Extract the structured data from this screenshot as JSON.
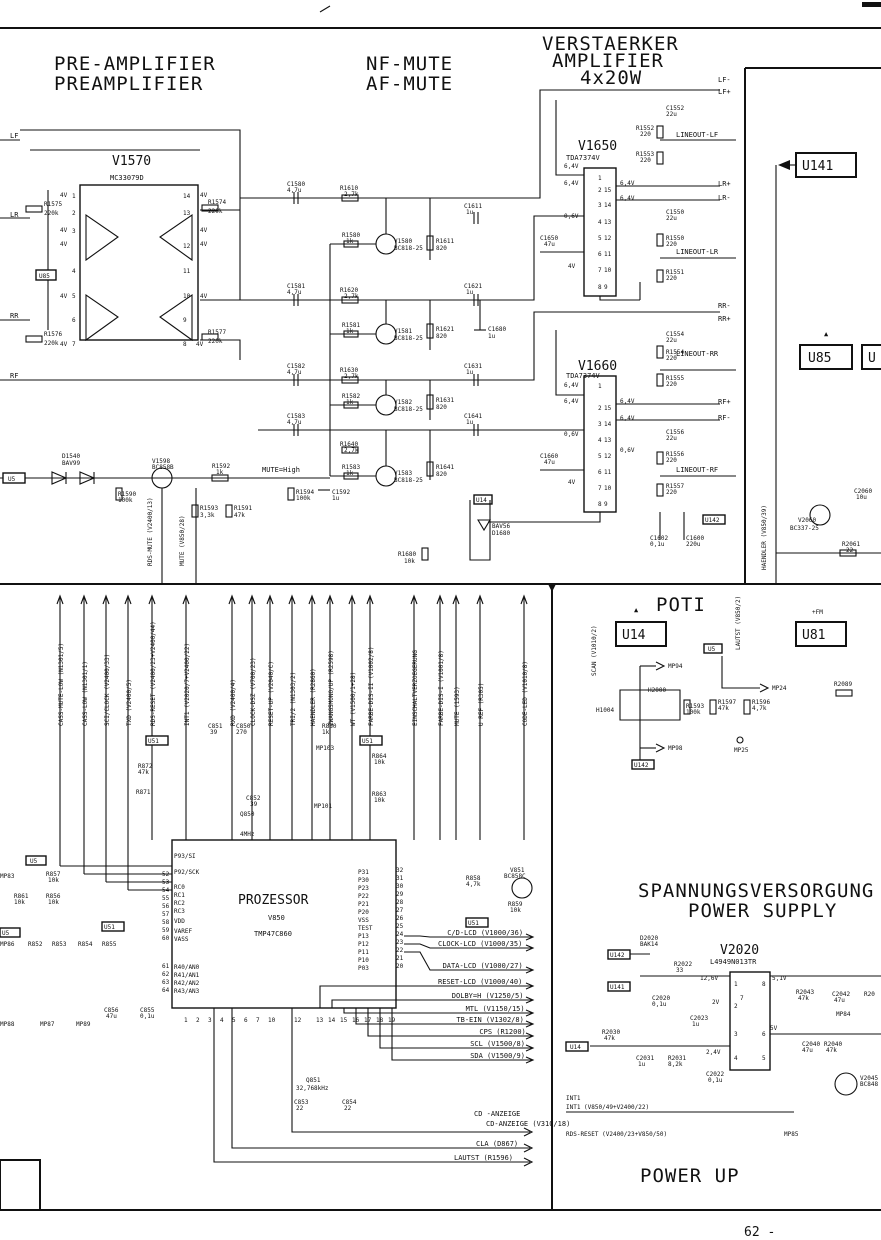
{
  "titles": {
    "preamp_1": "PRE-AMPLIFIER",
    "preamp_2": "PREAMPLIFIER",
    "nfmute_1": "NF-MUTE",
    "nfmute_2": "AF-MUTE",
    "amp_1": "VERSTAERKER",
    "amp_2": "AMPLIFIER",
    "amp_3": "4x20W",
    "poti": "POTI",
    "psu_1": "SPANNUNGSVERSORGUNG",
    "psu_2": "POWER SUPPLY",
    "powerup": "POWER UP",
    "page_no": "62 -"
  },
  "inputs": [
    "LF",
    "LR",
    "RR",
    "RF"
  ],
  "outputs": [
    "LF-",
    "LF+",
    "LR+",
    "LR-",
    "RR-",
    "RR+",
    "RF+",
    "RF-"
  ],
  "lineouts": [
    "LINEOUT-LF",
    "LINEOUT-LR",
    "LINEOUT-RR",
    "LINEOUT-RF"
  ],
  "ic": {
    "v1570": "V1570",
    "v1570_type": "MC33079D",
    "v1650": "V1650",
    "v1650_type": "TDA7374V",
    "v1660": "V1660",
    "v1660_type": "TDA7374V",
    "cpu_name": "PROZESSOR",
    "cpu_ref": "V850",
    "cpu_type": "TMP47C860",
    "v2020": "V2020",
    "v2020_type": "L4949N013TR"
  },
  "mute_label": "MUTE=High",
  "transistors": [
    {
      "ref": "V1580",
      "type": "BC818-25"
    },
    {
      "ref": "V1581",
      "type": "BC818-25"
    },
    {
      "ref": "V1582",
      "type": "BC818-25"
    },
    {
      "ref": "V1583",
      "type": "BC818-25"
    },
    {
      "ref": "V1598",
      "type": "BC858B"
    },
    {
      "ref": "V851",
      "type": "BC858C"
    }
  ],
  "modules": [
    "U141",
    "U85",
    "U14",
    "U81"
  ],
  "cpu_left_signals": [
    "CASS-MUTE-LOW (N1301/5)",
    "CASS-LOW (N1301/1)",
    "SCI/CLOCK (V2400/33)",
    "TXD (V2400/5)",
    "RDS-RESET (V2400/23+V2400/44)",
    "INT1 (V2020/7+V2400/22)",
    "RXD (V2400/4)",
    "CLOCK-DSZ (V700/23)",
    "RESET-UP (V2040/C)",
    "TRI/2 (N1303/2)",
    "HAENDLER (R2860)",
    "ZWANGSMONO/UP (R2598)",
    "WT (V1500/1+28)",
    "FARBE-DIS-II (V1002/8)",
    "EINSCHALTVERZOEGERUNG",
    "FARBE-DIS-I (V1001/8)",
    "MUTE (1593)",
    "U REF (R305)",
    "CODE-LED (V1010/8)"
  ],
  "cpu_right_signals": [
    "C/D-LCD (V1000/36)",
    "CLOCK-LCD (V1000/35)",
    "DATA-LCD (V1000/27)",
    "RESET-LCD (V1000/40)",
    "DOLBY=H (V1250/5)",
    "MTL (V1150/15)",
    "TB-EIN (V1302/8)",
    "CPS (R1200)",
    "SCL (V1500/8)",
    "SDA (V1500/9)"
  ],
  "bottom_signals": [
    "CD-ANZEIGE (V310/18)",
    "CLA (D867)",
    "LAUTST (R1596)",
    "INT1 (V850/49+V2400/22)",
    "RDS-RESET (V2400/23+V850/50)"
  ],
  "misc_vertical": [
    "RDS-MUTE (V2400/13)",
    "MUTE (V850/28)",
    "HAENDLER (V850/39)",
    "SCAN (V1010/2)",
    "LAUTST (V850/2)"
  ]
}
